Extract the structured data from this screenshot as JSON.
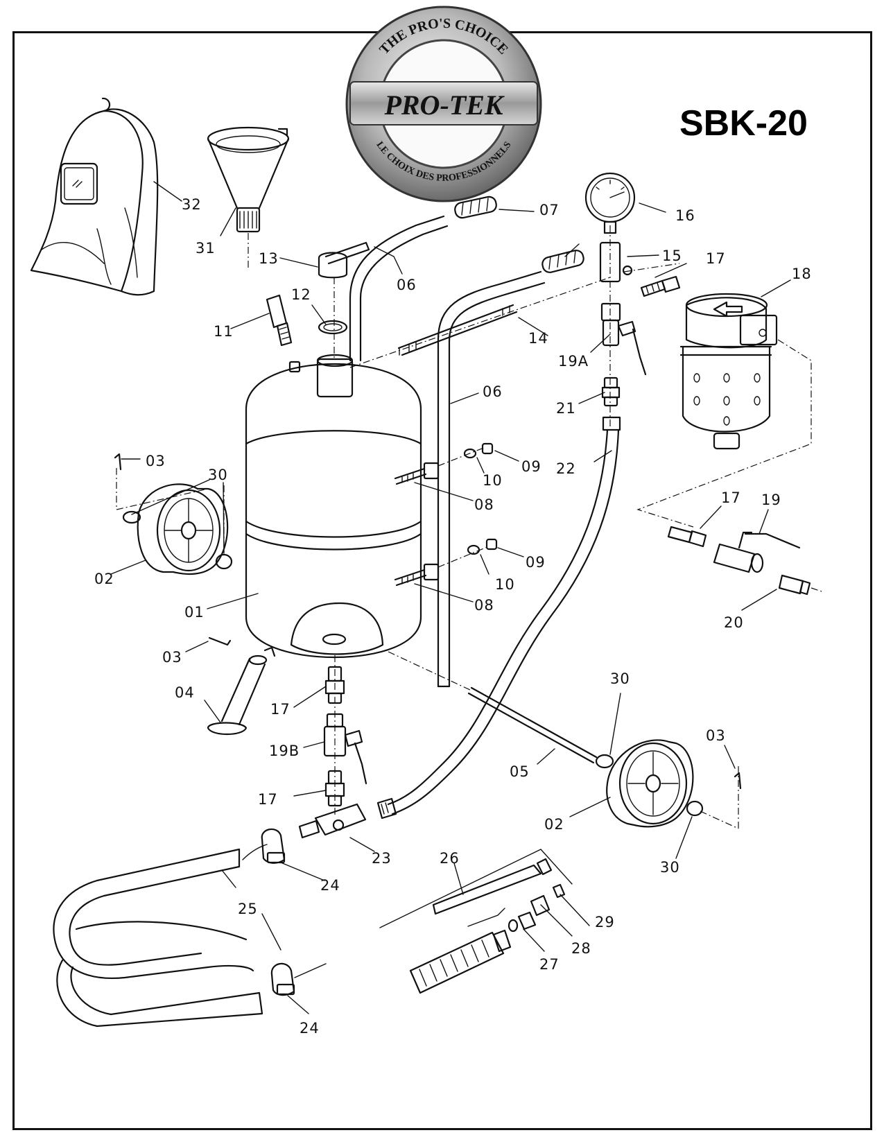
{
  "model": "SBK-20",
  "logo": {
    "brand": "PRO-TEK",
    "top_arc": "THE PRO'S CHOICE",
    "bottom_arc": "LE CHOIX DES PROFESSIONNELS"
  },
  "labels": {
    "p01": "01",
    "p02a": "02",
    "p02b": "02",
    "p03a": "03",
    "p03b": "03",
    "p03c": "03",
    "p04": "04",
    "p05": "05",
    "p06a": "06",
    "p06b": "06",
    "p07": "07",
    "p08a": "08",
    "p08b": "08",
    "p09a": "09",
    "p09b": "09",
    "p10a": "10",
    "p10b": "10",
    "p11": "11",
    "p12": "12",
    "p13": "13",
    "p14": "14",
    "p15": "15",
    "p16": "16",
    "p17a": "17",
    "p17b": "17",
    "p17c": "17",
    "p17d": "17",
    "p18": "18",
    "p19": "19",
    "p19a": "19A",
    "p19b": "19B",
    "p20": "20",
    "p21": "21",
    "p22": "22",
    "p23": "23",
    "p24a": "24",
    "p24b": "24",
    "p25": "25",
    "p26": "26",
    "p27": "27",
    "p28": "28",
    "p29": "29",
    "p30a": "30",
    "p30b": "30",
    "p30c": "30",
    "p31": "31",
    "p32": "32"
  }
}
